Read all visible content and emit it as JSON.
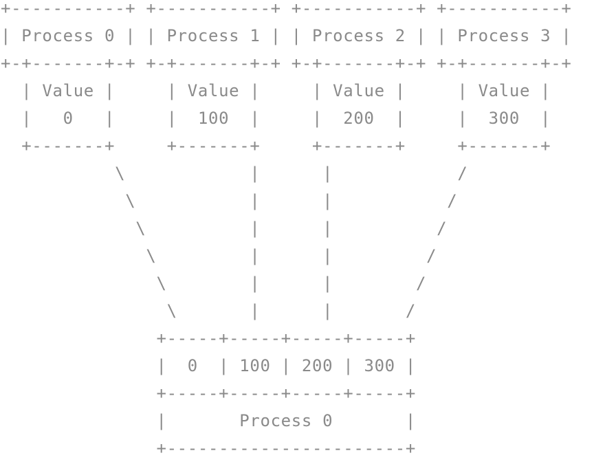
{
  "diagram": {
    "lines": [
      "+-----------+ +-----------+ +-----------+ +-----------+",
      "| Process 0 | | Process 1 | | Process 2 | | Process 3 |",
      "+-+-------+-+ +-+-------+-+ +-+-------+-+ +-+-------+-+",
      "  | Value |     | Value |     | Value |     | Value |",
      "  |   0   |     |  100  |     |  200  |     |  300  |",
      "  +-------+     +-------+     +-------+     +-------+",
      "           \\            |      |            /",
      "            \\           |      |           /",
      "             \\          |      |          /",
      "              \\         |      |         /",
      "               \\        |      |        /",
      "                \\       |      |       /",
      "               +-----+-----+-----+-----+",
      "               |  0  | 100 | 200 | 300 |",
      "               +-----+-----+-----+-----+",
      "               |       Process 0       |",
      "               +-----------------------+"
    ]
  }
}
